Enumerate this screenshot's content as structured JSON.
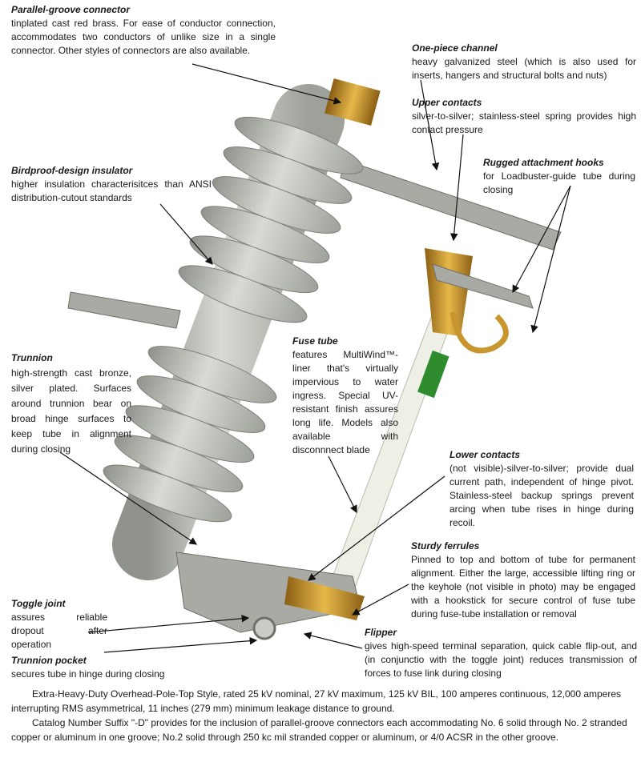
{
  "callouts": {
    "parallel_groove": {
      "title": "Parallel-groove connector",
      "body": "tinplated cast red brass. For ease of conductor connection, accommodates two conductors of unlike size in a single connector. Other styles of connectors are also available."
    },
    "one_piece_channel": {
      "title": "One-piece channel",
      "body": "heavy galvanized steel (which is also used for inserts, hangers and structural bolts and nuts)"
    },
    "upper_contacts": {
      "title": "Upper contacts",
      "body": "silver-to-silver; stainless-steel spring provides high contact pressure"
    },
    "attachment_hooks": {
      "title": "Rugged attachment hooks",
      "body": "for Loadbuster-guide tube during closing"
    },
    "birdproof": {
      "title": "Birdproof-design insulator",
      "body": "higher insulation characterisitces than ANSI distribution-cutout standards"
    },
    "trunnion": {
      "title": "Trunnion",
      "body": "high-strength cast bronze, silver plated. Surfaces around trunnion bear on broad hinge surfaces to keep tube in alignment during closing"
    },
    "fuse_tube": {
      "title": "Fuse tube",
      "body": "features MultiWind™-liner that's virtually impervious to water ingress. Special UV-resistant finish assures long life. Models also available with disconnnect blade"
    },
    "lower_contacts": {
      "title": "Lower contacts",
      "body": "(not visible)-silver-to-silver; provide dual current path, independent of hinge pivot. Stainless-steel backup springs prevent arcing when tube rises in hinge during recoil."
    },
    "sturdy_ferrules": {
      "title": "Sturdy ferrules",
      "body": "Pinned to top and bottom of tube for permanent alignment. Either the large, accessible lifting ring or the keyhole (not visible in photo) may be engaged with a hookstick for secure control of fuse tube during fuse-tube installation or removal"
    },
    "toggle_joint": {
      "title": "Toggle joint",
      "body": "assures reliable dropout after operation"
    },
    "flipper": {
      "title": "Flipper",
      "body": "gives high-speed terminal separation, quick cable flip-out, and (in conjunctio with the toggle joint) reduces transmission of forces to fuse link during closing"
    },
    "trunnion_pocket": {
      "title": "Trunnion pocket",
      "body": "secures tube in hinge during closing"
    }
  },
  "footer": {
    "p1": "Extra-Heavy-Duty Overhead-Pole-Top Style, rated 25 kV nominal, 27 kV maximum, 125 kV BIL, 100 amperes continuous, 12,000 amperes interrupting RMS asymmetrical, 11 inches (279 mm) minimum leakage distance to ground.",
    "p2": "Catalog Number Suffix \"-D\" provides for the inclusion of parallel-groove connectors each accommodating No. 6 solid through No. 2 stranded copper or aluminum in one groove; No.2 solid through 250 kc mil stranded copper or aluminum, or 4/0 ACSR in the other groove."
  },
  "colors": {
    "porcelain": "#c9ccc6",
    "bronze": "#c8952e",
    "steel": "#a9aaa3",
    "tube": "#eef0e6",
    "label": "#2e8b2e"
  }
}
